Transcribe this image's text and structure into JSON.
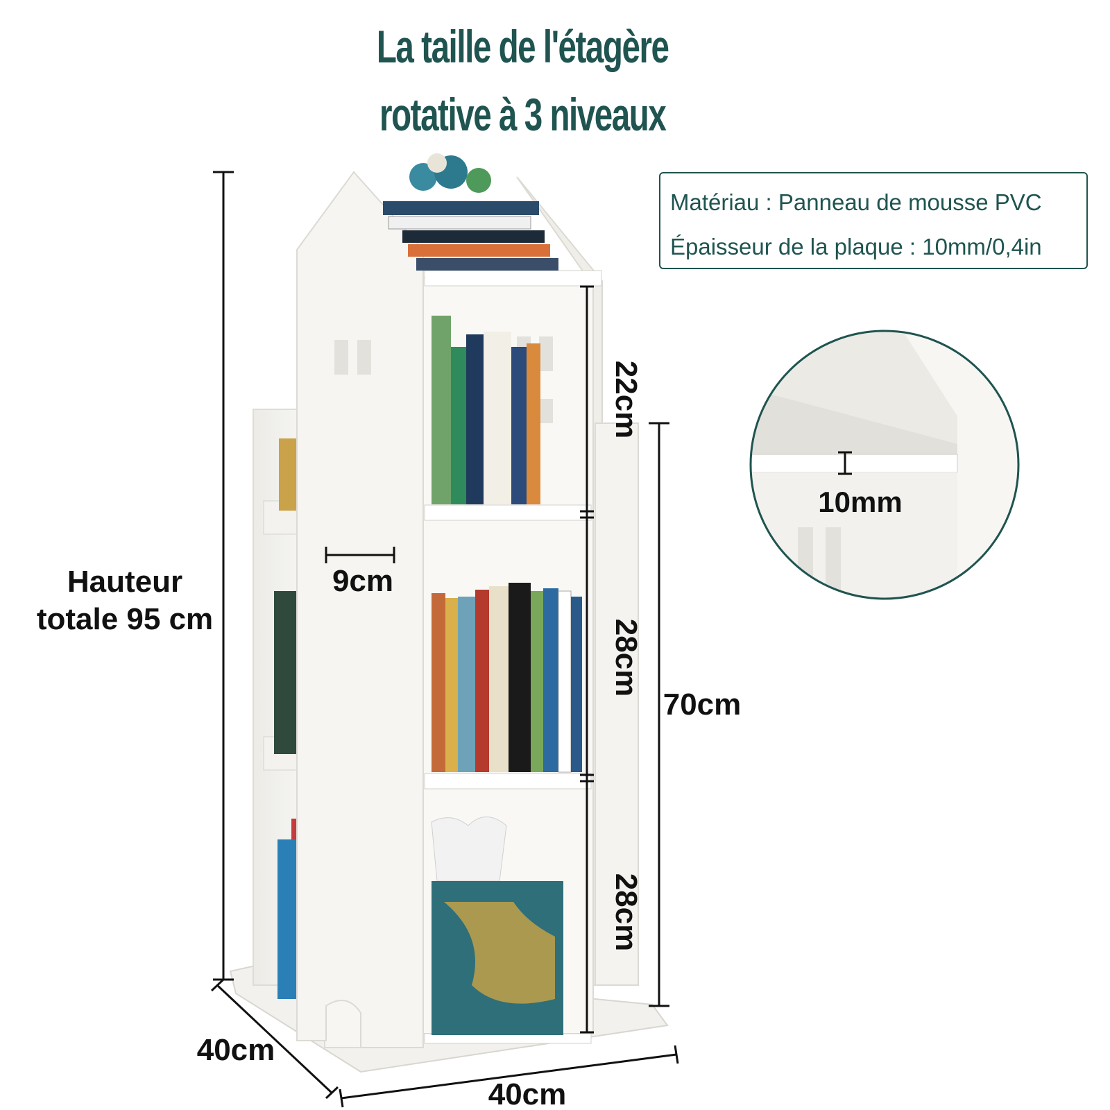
{
  "title": {
    "line1": "La taille de l'étagère",
    "line2": "rotative à 3 niveaux"
  },
  "specs": {
    "material": "Matériau : Panneau de mousse PVC",
    "thickness": "Épaisseur de la plaque : 10mm/0,4in"
  },
  "dimensions": {
    "total_height_line1": "Hauteur",
    "total_height_line2": "totale 95 cm",
    "side_pocket_depth": "9cm",
    "tier_top": "22cm",
    "tier_middle": "28cm",
    "tier_bottom": "28cm",
    "lower_height": "70cm",
    "base_depth": "40cm",
    "base_width": "40cm",
    "panel_thickness": "10mm"
  },
  "colors": {
    "accent": "#1f5450",
    "shelf": "#f4f3ef",
    "text": "#111111"
  }
}
